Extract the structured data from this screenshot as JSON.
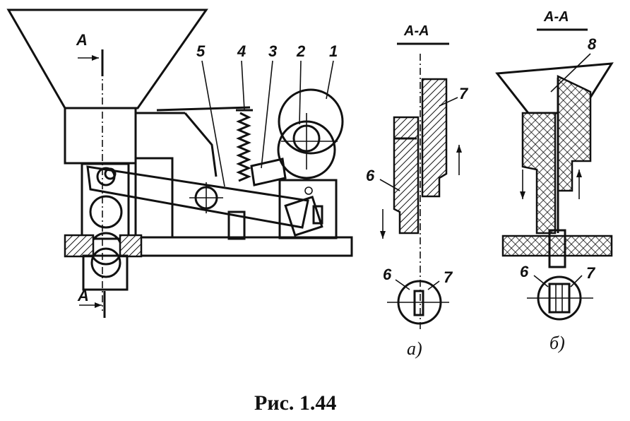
{
  "caption": "Рис. 1.44",
  "main_view": {
    "part_labels": [
      "1",
      "2",
      "3",
      "4",
      "5"
    ],
    "section_marker": "А"
  },
  "view_a": {
    "section_title": "А-А",
    "part_labels": [
      "7",
      "6",
      "6",
      "7"
    ],
    "sublabel": "а)"
  },
  "view_b": {
    "section_title": "А-А",
    "part_labels": [
      "8",
      "6",
      "7"
    ],
    "sublabel": "б)"
  }
}
